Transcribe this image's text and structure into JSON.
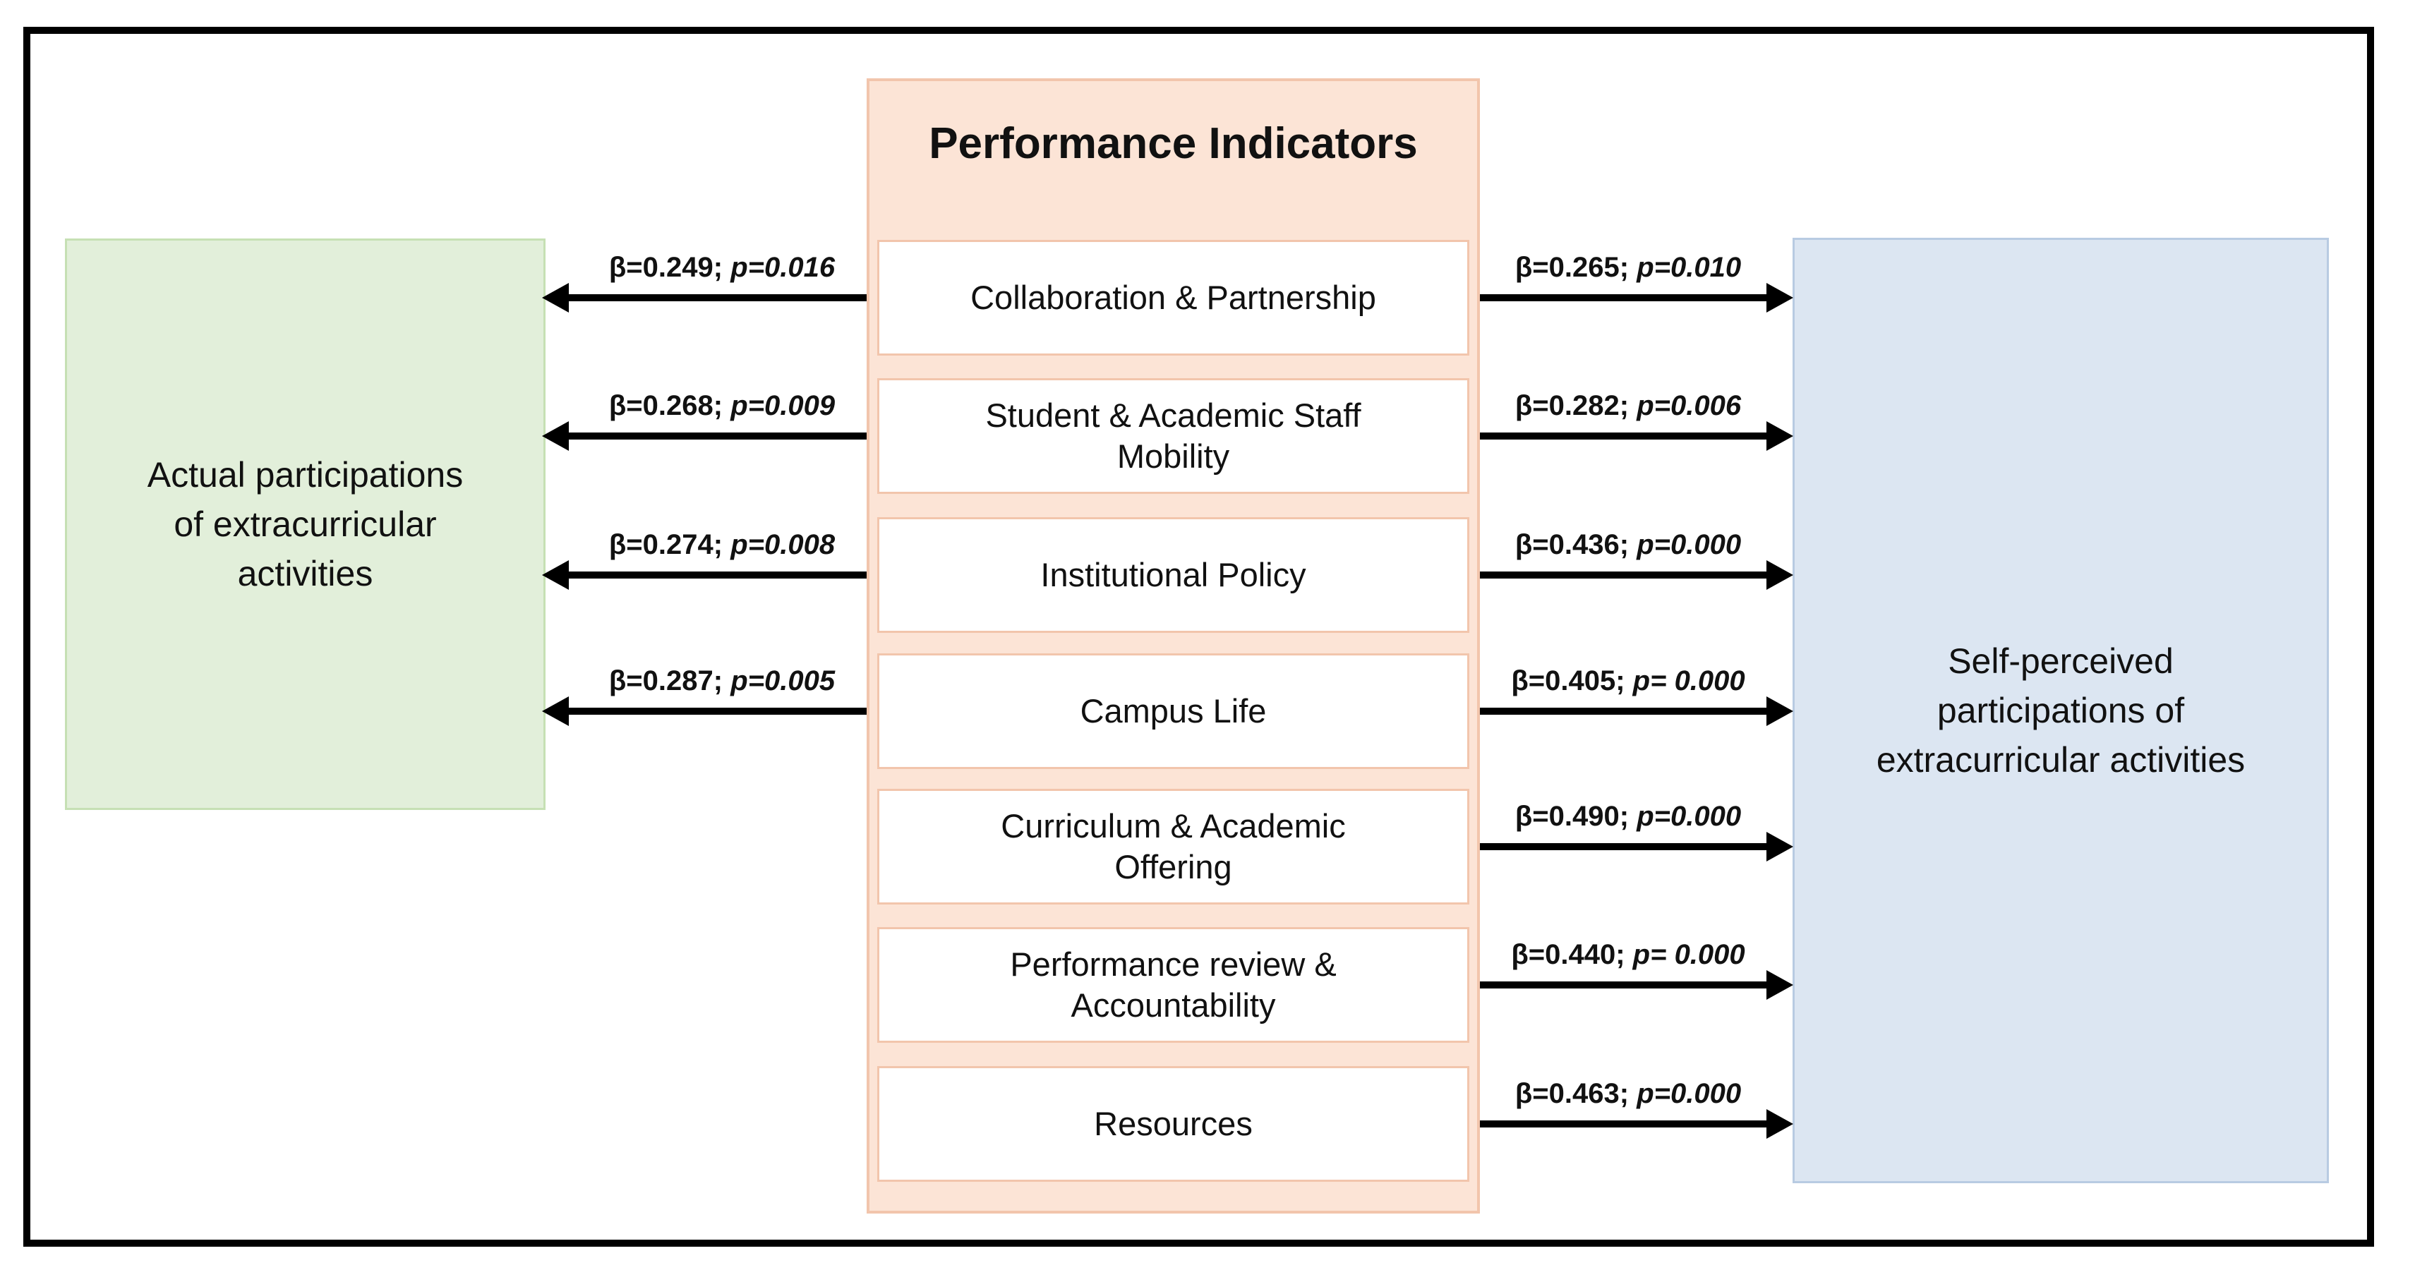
{
  "diagram": {
    "panel_title": "Performance Indicators",
    "left_box": {
      "label": "Actual participations\nof extracurricular\nactivities"
    },
    "right_box": {
      "label": "Self-perceived\nparticipations of\nextracurricular activities"
    },
    "indicators": [
      {
        "label": "Collaboration & Partnership",
        "to_actual": {
          "beta": "β=0.249;",
          "p": "p=0.016"
        },
        "to_self": {
          "beta": "β=0.265;",
          "p": "p=0.010"
        }
      },
      {
        "label": "Student & Academic Staff\nMobility",
        "to_actual": {
          "beta": "β=0.268;",
          "p": "p=0.009"
        },
        "to_self": {
          "beta": "β=0.282;",
          "p": "p=0.006"
        }
      },
      {
        "label": "Institutional Policy",
        "to_actual": {
          "beta": "β=0.274;",
          "p": "p=0.008"
        },
        "to_self": {
          "beta": "β=0.436;",
          "p": "p=0.000"
        }
      },
      {
        "label": "Campus Life",
        "to_actual": {
          "beta": "β=0.287;",
          "p": "p=0.005"
        },
        "to_self": {
          "beta": "β=0.405;",
          "p": "p= 0.000"
        }
      },
      {
        "label": "Curriculum & Academic\nOffering",
        "to_actual": null,
        "to_self": {
          "beta": "β=0.490;",
          "p": "p=0.000"
        }
      },
      {
        "label": "Performance review &\nAccountability",
        "to_actual": null,
        "to_self": {
          "beta": "β=0.440;",
          "p": "p= 0.000"
        }
      },
      {
        "label": "Resources",
        "to_actual": null,
        "to_self": {
          "beta": "β=0.463;",
          "p": "p=0.000"
        }
      }
    ],
    "colors": {
      "left_box_fill": "#e2efda",
      "left_box_border": "#c6e0b4",
      "panel_fill": "#fce4d6",
      "panel_border": "#f2c5ac",
      "indicator_fill": "#ffffff",
      "indicator_border": "#f2c5ac",
      "right_box_fill": "#dce6f2",
      "right_box_border": "#b8cbe2",
      "arrow": "#000000",
      "frame_border": "#000000"
    }
  }
}
